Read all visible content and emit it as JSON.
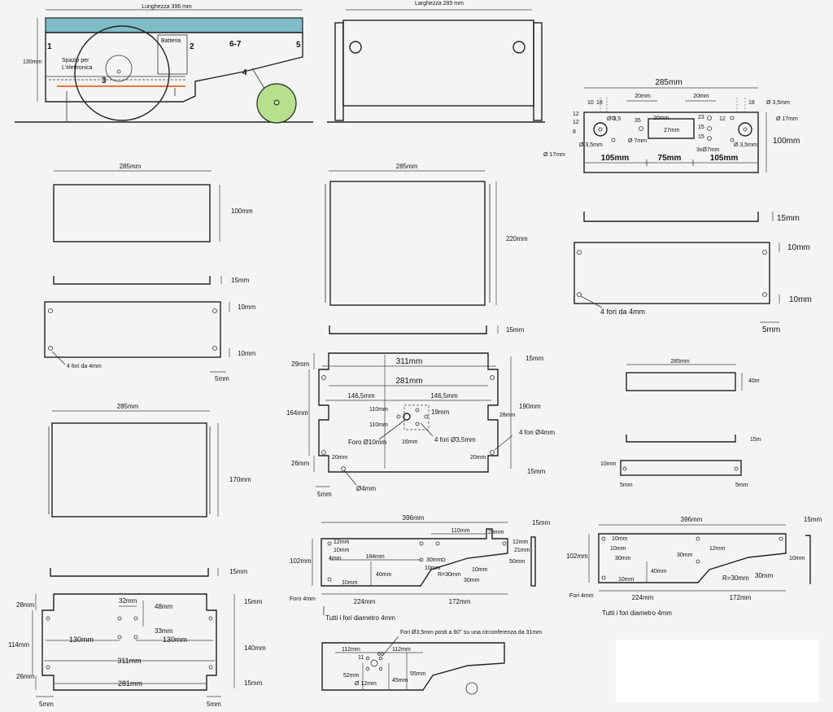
{
  "colors": {
    "lid": "#7fbcc6",
    "wheel": "#b7e08e",
    "accent": "#e06a2b"
  },
  "side_view": {
    "length_label": "Lunghezza 396 mm",
    "height_label": "130mm",
    "marker_1": "1",
    "marker_2": "2",
    "marker_3": "3",
    "marker_4": "4",
    "marker_5": "5",
    "part_label": "6-7",
    "battery_label": "Batteria",
    "electronics_label_1": "Spazio per",
    "electronics_label_2": "L'elettronica"
  },
  "front_view": {
    "length_label": "Larghezza 285 mm"
  },
  "panel_top_right": {
    "width_label": "285mm",
    "d1": "10",
    "d2": "18",
    "d3": "Ø 3,5",
    "d4": "20mm",
    "d5": "20mm",
    "d6": "Ø 3,5mm",
    "d7": "18",
    "d8": "12",
    "d9": "Ø 17mm",
    "d10": "12",
    "d11": "35",
    "d12": "20mm",
    "d13": "27mm",
    "d14": "23",
    "d15": "15",
    "d16": "15",
    "d17": "8",
    "d18": "Ø 7mm",
    "d19": "3xØ7mm",
    "d20": "Ø 3,5mm",
    "d21": "Ø 3,5mm",
    "d22": "Ø 17mm",
    "d23": "12",
    "height_label": "100mm",
    "span_left": "105mm",
    "span_mid": "75mm",
    "span_right": "105mm",
    "flange_label": "15mm",
    "hole_top": "10mm",
    "hole_bottom": "10mm",
    "edge_label": "5mm",
    "holes_note": "4 fori da 4mm"
  },
  "panel_left_1": {
    "width_label": "285mm",
    "height_label": "100mm",
    "flange_label": "15mm",
    "hole_top": "10mm",
    "hole_bottom": "10mm",
    "edge_label": "5mm",
    "holes_note": "4 fori da 4mm"
  },
  "panel_center_1": {
    "width_label": "285mm",
    "height_label": "220mm",
    "flange_label": "15mm"
  },
  "panel_left_2": {
    "width_label": "285mm",
    "height_label": "170mm",
    "flange_label": "15mm"
  },
  "base_center": {
    "w311": "311mm",
    "w281": "281mm",
    "h29": "29mm",
    "h164": "164mm",
    "h26": "26mm",
    "edge5": "5mm",
    "half_l": "146,5mm",
    "half_r": "146,5mm",
    "v110a": "110mm",
    "v110b": "110mm",
    "v19": "19mm",
    "v16": "16mm",
    "hole10": "Foro Ø10mm",
    "holes35": "4 fori Ø3,5mm",
    "holes4": "4 fori Ø4mm",
    "h190": "190mm",
    "h15a": "15mm",
    "h15b": "15mm",
    "v28": "28mm",
    "c20a": "20mm",
    "c20b": "20mm",
    "hole4": "Ø4mm"
  },
  "base_bottom_left": {
    "h28": "28mm",
    "h114": "114mm",
    "h26": "26mm",
    "h15a": "15mm",
    "h15b": "15mm",
    "h140": "140mm",
    "w32": "32mm",
    "w48": "48mm",
    "w33": "33mm",
    "w130a": "130mm",
    "w130b": "130mm",
    "w311": "311mm",
    "w281": "281mm",
    "e5a": "5mm",
    "e5b": "5mm"
  },
  "small_right": {
    "width_label": "285mm",
    "h40": "40m",
    "h15": "15m",
    "h10": "10mm",
    "e5a": "5mm",
    "e5b": "5mm"
  },
  "side_center": {
    "w396": "396mm",
    "h102": "102mm",
    "flange": "15mm",
    "d110": "110mm",
    "d12": "12mm",
    "d28": "28mm",
    "d12b": "12mm",
    "d10a": "10mm",
    "d184": "184mm",
    "d4": "4mm",
    "d40": "40mm",
    "d30a": "30mm",
    "d10b": "10mm",
    "r30": "R=30mm",
    "d30b": "30mm",
    "d21": "21mm",
    "d10c": "10mm",
    "d10d": "10mm",
    "d50": "50mm",
    "w224": "224mm",
    "w172": "172mm",
    "hole_note": "Foro 4mm",
    "holes_note": "Tutti i fori diametro 4mm"
  },
  "side_right": {
    "w396": "396mm",
    "h102": "102mm",
    "flange": "15mm",
    "d10a": "10mm",
    "d12": "12mm",
    "d10b": "10mm",
    "d30a": "30mm",
    "d30b": "30mm",
    "d40": "40mm",
    "d10c": "10mm",
    "d10d": "10mm",
    "r30": "R=30mm",
    "d30c": "30mm",
    "w224": "224mm",
    "w172": "172mm",
    "hole_note": "Fori 4mm",
    "holes_note": "Tutti i fori diametro 4mm"
  },
  "side_bottom": {
    "note": "Fori Ø3,5mm posti a 60° su una circonferenza da 31mm",
    "d112a": "112mm",
    "d112b": "112mm",
    "d11": "11",
    "d60": "60",
    "d52": "52mm",
    "d45": "45mm",
    "d55": "55mm",
    "d12": "Ø 12mm"
  }
}
